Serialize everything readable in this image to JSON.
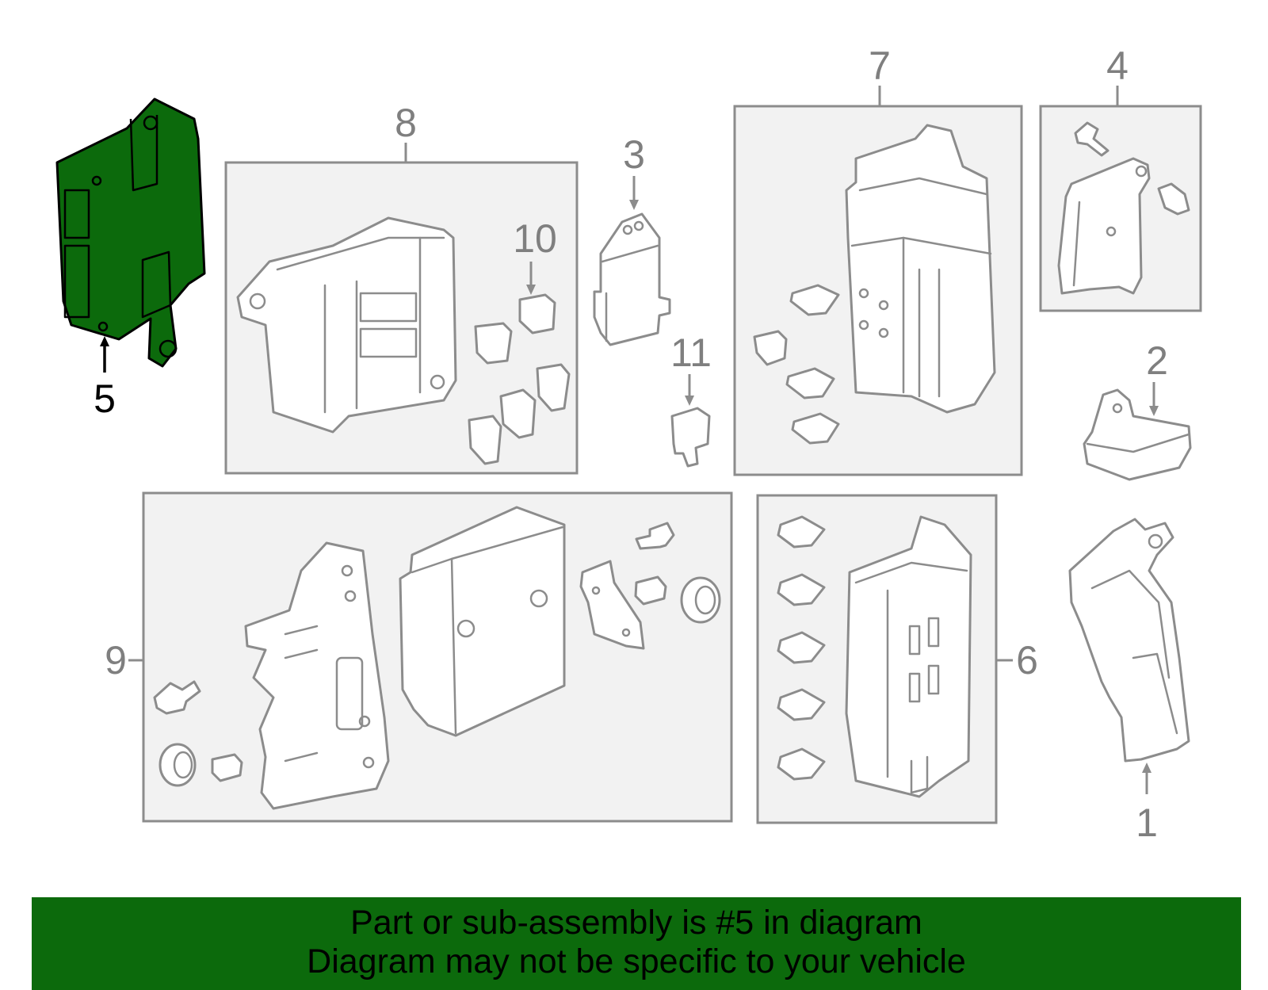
{
  "callouts": {
    "c1": "1",
    "c2": "2",
    "c3": "3",
    "c4": "4",
    "c5": "5",
    "c6": "6",
    "c7": "7",
    "c8": "8",
    "c9": "9",
    "c10": "10",
    "c11": "11"
  },
  "banner": {
    "line1": "Part or sub-assembly is #5 in diagram",
    "line2": "Diagram may not be specific to your vehicle"
  },
  "colors": {
    "highlight": "#0c6a0c",
    "outline": "#8c8c8c",
    "box_fill": "#f2f2f2"
  }
}
